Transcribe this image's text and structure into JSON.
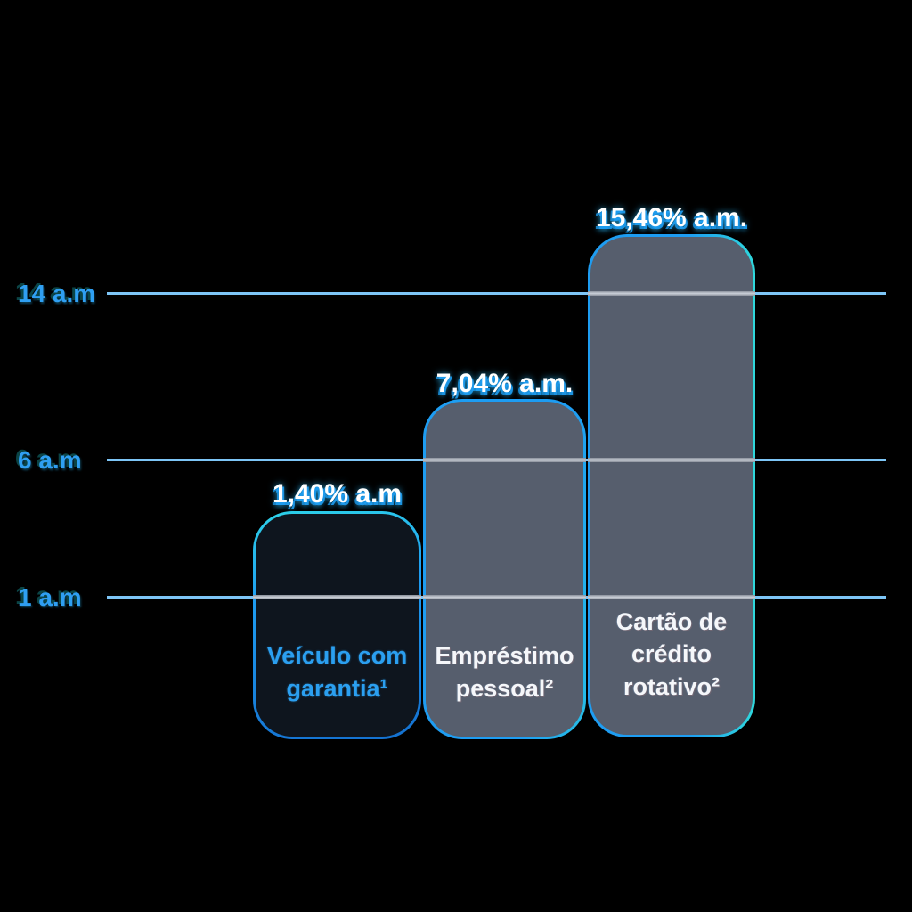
{
  "chart_data": {
    "type": "bar",
    "title": "",
    "categories": [
      "Veículo com garantia¹",
      "Empréstimo pessoal²",
      "Cartão de crédito rotativo²"
    ],
    "values": [
      1.4,
      7.04,
      15.46
    ],
    "value_labels": [
      "1,40% a.m",
      "7,04% a.m.",
      "15,46% a.m."
    ],
    "unit": "% a.m. (ao mês)",
    "ylabel": "",
    "xlabel": "",
    "y_ticks": [
      {
        "value": 14,
        "label": "14 a.m"
      },
      {
        "value": 6,
        "label": "6 a.m"
      },
      {
        "value": 1,
        "label": "1 a.m"
      }
    ],
    "grid": true,
    "legend": "none",
    "colors": {
      "background": "#000000",
      "gridline_blue": "#7dc5f6",
      "gridline_over_bar": "#ccd1d9",
      "accent_blue": "#1e9df2",
      "accent_cyan": "#2fd8dc",
      "bar1_fill": "#0e151e",
      "bar2_fill": "#565e6d",
      "bar3_fill": "#565e6d",
      "value_text": "#ffffff",
      "bar1_label_text": "#2b9ff0",
      "bar_label_text": "#f5f7fa",
      "axis_label_text": "#2f9ff2"
    }
  },
  "axis": {
    "tick_14": "14 a.m",
    "tick_6": "6 a.m",
    "tick_1": "1 a.m"
  },
  "bars": [
    {
      "name": "veiculo-com-garantia",
      "value_label": "1,40% a.m",
      "label_lines": {
        "l1": "Veículo com",
        "l2": "garantia¹"
      }
    },
    {
      "name": "emprestimo-pessoal",
      "value_label": "7,04% a.m.",
      "label_lines": {
        "l1": "Empréstimo",
        "l2": "pessoal²"
      }
    },
    {
      "name": "cartao-credito-rotativo",
      "value_label": "15,46% a.m.",
      "label_lines": {
        "l1": "Cartão de",
        "l2": "crédito",
        "l3": "rotativo²"
      }
    }
  ]
}
